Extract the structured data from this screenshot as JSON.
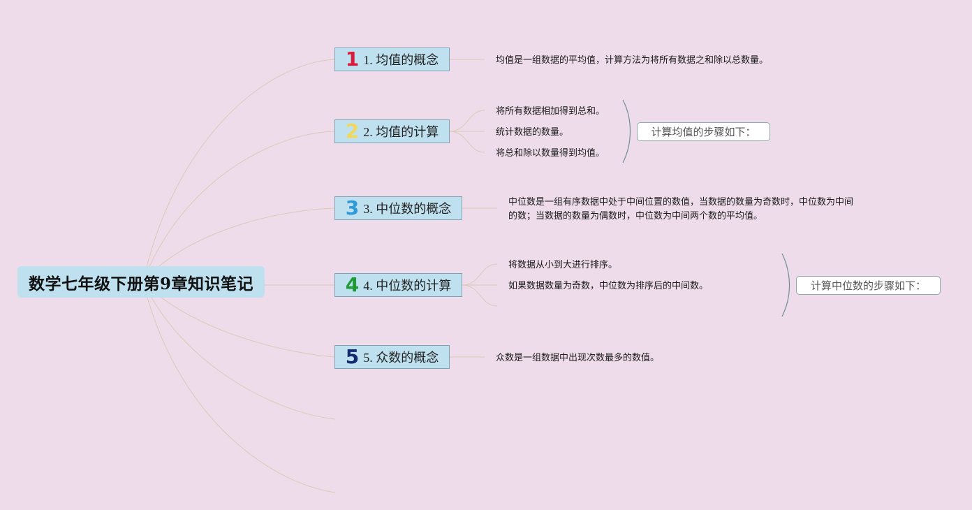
{
  "root": {
    "label": "数学七年级下册第9章知识笔记"
  },
  "topics": [
    {
      "number": "1",
      "label": "1. 均值的概念",
      "color": "#d81b3c"
    },
    {
      "number": "2",
      "label": "2. 均值的计算",
      "color": "#f1d75a"
    },
    {
      "number": "3",
      "label": "3. 中位数的概念",
      "color": "#2a9ad8"
    },
    {
      "number": "4",
      "label": "4. 中位数的计算",
      "color": "#1e9a36"
    },
    {
      "number": "5",
      "label": "5. 众数的概念",
      "color": "#12296e"
    }
  ],
  "leaves": {
    "t1": "均值是一组数据的平均值，计算方法为将所有数据之和除以总数量。",
    "t2": [
      "将所有数据相加得到总和。",
      "统计数据的数量。",
      "将总和除以数量得到均值。"
    ],
    "t3": "中位数是一组有序数据中处于中间位置的数值，当数据的数量为奇数时，中位数为中间的数；当数据的数量为偶数时，中位数为中间两个数的平均值。",
    "t4": [
      "将数据从小到大进行排序。",
      "如果数据数量为奇数，中位数为排序后的中间数。"
    ],
    "t5": "众数是一组数据中出现次数最多的数值。"
  },
  "summaries": {
    "t2": "计算均值的步骤如下：",
    "t4": "计算中位数的步骤如下："
  },
  "colors": {
    "background": "#eedcea",
    "topic_fill": "#bfe0ef",
    "link": "#dcc9b6",
    "brace": "#6f8f97"
  }
}
